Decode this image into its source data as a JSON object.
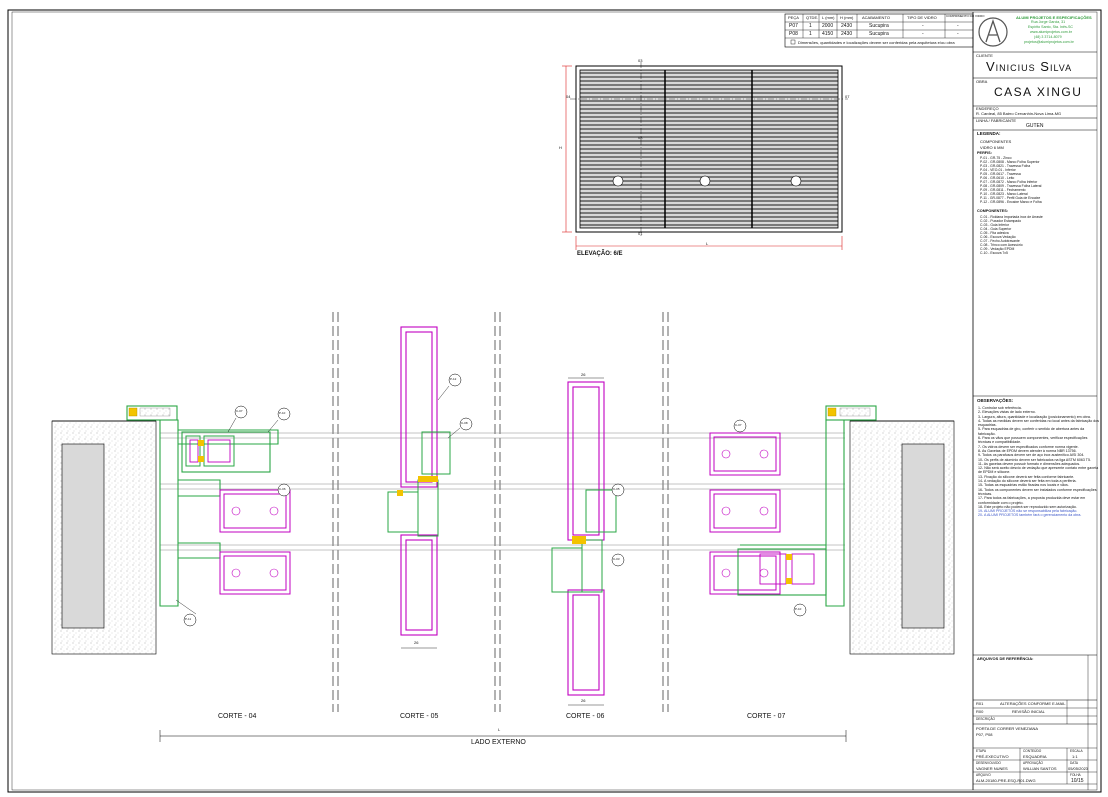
{
  "top_table": {
    "headers": [
      "PEÇA",
      "QTDE.",
      "L (mm)",
      "H (mm)",
      "ACABAMENTO",
      "TIPO DE VIDRO",
      "COMPRIMENTO DO VIDRO"
    ],
    "rows": [
      [
        "P07",
        "1",
        "2000",
        "2430",
        "Sucupira",
        "-",
        "-"
      ],
      [
        "P08",
        "1",
        "4150",
        "2430",
        "Sucupira",
        "-",
        "-"
      ]
    ],
    "note": "Dimensões, quantidades e localizações devem ser conferidas pela arquitetura e/ou obra"
  },
  "company": {
    "name": "ALUMI PROJETOS E ESPECIFICAÇÕES",
    "lines": [
      "Rua Jorge Garcia, 31",
      "Espírito Santo, Sta. Inês-SC",
      "www.alumiprojetos.com.br",
      "(48) 3 3714-8079",
      "projetos@alumiprojetos.com.br"
    ]
  },
  "title_block": {
    "client_label": "CLIENTE",
    "client": "Vinicius Silva",
    "project_label": "OBRA",
    "project": "CASA XINGU",
    "address_label": "ENDEREÇO",
    "address": "R. Cardeal, 85 Bairro Cervanhin-Nova Lima-MG",
    "manufacturer_label": "LINHA / FABRICANTE",
    "manufacturer": "GUTEN",
    "legend_label": "LEGENDA:",
    "legend_sub": "COMPONENTES",
    "legend_sub2": "VIDRO 6 MM",
    "profiles_label": "PERFIS:",
    "profiles": [
      "P-01 - GR-75 - Zinco",
      "P-02 - GR-0808 - Marco Folha Superior",
      "P-03 - GR-0821 - Travessa Folha",
      "P-04 - VEO-01 - Inferior",
      "P-05 - GR-0617 - Travessa",
      "P-06 - GR-0610 - Leito",
      "P-07 - GR-0872 - Marco Folha Inferior",
      "P-08 - GR-0809 - Travessa Folha Lateral",
      "P-09 - GR-0811 - Fechamento",
      "P-10 - GR-0823 - Marco Lateral",
      "P-11 - GR-0877 - Perfil Guia de Encaixe",
      "P-12 - GR-0896 - Encaixe Marco e Folha"
    ],
    "components_label": "COMPONENTES:",
    "components": [
      "C-01 - Roldana Importada inox de Arraste",
      "C-02 - Puxador Estampado",
      "C-03 - Guia Inferior",
      "C-04 - Guia Superior",
      "C-05 - Fita adesiva",
      "C-06 - Escova Vedação",
      "C-07 - Fecho Autotravante",
      "C-08 - Trinco com Acessório",
      "C-09 - Vedação EPDM",
      "C-10 - Escova 7x5"
    ],
    "observations_label": "OBSERVAÇÕES:",
    "observations": [
      "1- Controlar sob referência.",
      "2- Elevações vistas de lado externo.",
      "3- Largura, altura, quantidade e localização (posicionamento) em obra.",
      "4- Todas as medidas devem ser conferidas no local antes da fabricação dos esquadrias.",
      "5- Para esquadrias de giro, conferir o sentido de abertura antes da fabricação.",
      "6- Para os vãos que possuem componentes, verificar especificações técnicas e compatibilidade.",
      "7- Os vidros devem ser especificados conforme norma vigente.",
      "8- As Gaxetas de EPDM devem atender à norma NBR 13756.",
      "9- Todos os parafusos devem ser de aço inox austenítico AISI 304.",
      "10- Os perfis de alumínio devem ser fabricados na liga ASTM 6063 T5.",
      "11- As gaxetas devem possuir formato e dimensões adequados.",
      "12- Não será aceito desvio de vedação que apresente contato entre gaxeta de EPDM e silicone.",
      "13- Fixação do silicone deverá ser feita conforme fabricante.",
      "14- A vedação do silicone deverá ser feita em toda a periferia.",
      "15- Todas as esquadrias estão fixadas nos locais e vãos.",
      "16- Todos os componentes devem ser instalados conforme especificações técnicas.",
      "17- Para todos as fabricações, a proposta produzida deve estar em conformidade com o projeto.",
      "18- Este projeto não poderá ser reproduzido sem autorização.",
      "19- ALUMI PROJETOS não se responsabiliza pela fabricação.",
      "20- A ALUMI PROJETOS também fará o gerenciamento da obra."
    ],
    "references_label": "ARQUIVOS DE REFERÊNCIA:",
    "rev1_code": "R01",
    "rev1_desc": "ALTERAÇÕES CONFORME E-MAIL",
    "rev0_code": "R00",
    "rev0_desc": "REVISÃO INICIAL",
    "description_label": "DESCRIÇÃO",
    "description": "PORTA DE CORRER VENEZIANA",
    "description2": "P07, P08",
    "stage_label": "ETAPA",
    "stage": "PRÉ-EXECUTIVO",
    "content_label": "CONTEÚDO",
    "content": "ESQUADRIA",
    "scale_label": "ESCALA",
    "scale": "1:1",
    "designer_label": "DESENVOLVIDO",
    "designer": "VAGNER NUNES",
    "approval_label": "APROVAÇÃO",
    "approval": "WILLIAN SANTOS",
    "date_label": "DATA",
    "date": "05/05/2023",
    "file_label": "ARQUIVO",
    "file": "ALM-20180-PRE-ESQ-R01.DWG",
    "sheet_label": "FOLHA",
    "sheet": "10/15"
  },
  "elevation": {
    "title": "ELEVAÇÃO: 6/E",
    "labels": [
      "03",
      "04",
      "07",
      "08",
      "01"
    ],
    "width_label": "L",
    "height_label": "H"
  },
  "section": {
    "cuts": [
      "CORTE - 04",
      "CORTE - 05",
      "CORTE - 06",
      "CORTE - 07"
    ],
    "dim_26a": "26",
    "dim_26b": "26",
    "dim_26c": "26",
    "width_label": "L",
    "bottom_label": "LADO EXTERNO",
    "tags": [
      "P-12",
      "C-08",
      "C-07",
      "P-10",
      "C-06",
      "P-11",
      "C-05",
      "C-03",
      "P-10",
      "C-07"
    ]
  },
  "colors": {
    "profile": "#2aa745",
    "glass": "#c100c1",
    "seal": "#f3c300",
    "hatch": "#9a9a9a",
    "wall": "#d9d9d9"
  }
}
